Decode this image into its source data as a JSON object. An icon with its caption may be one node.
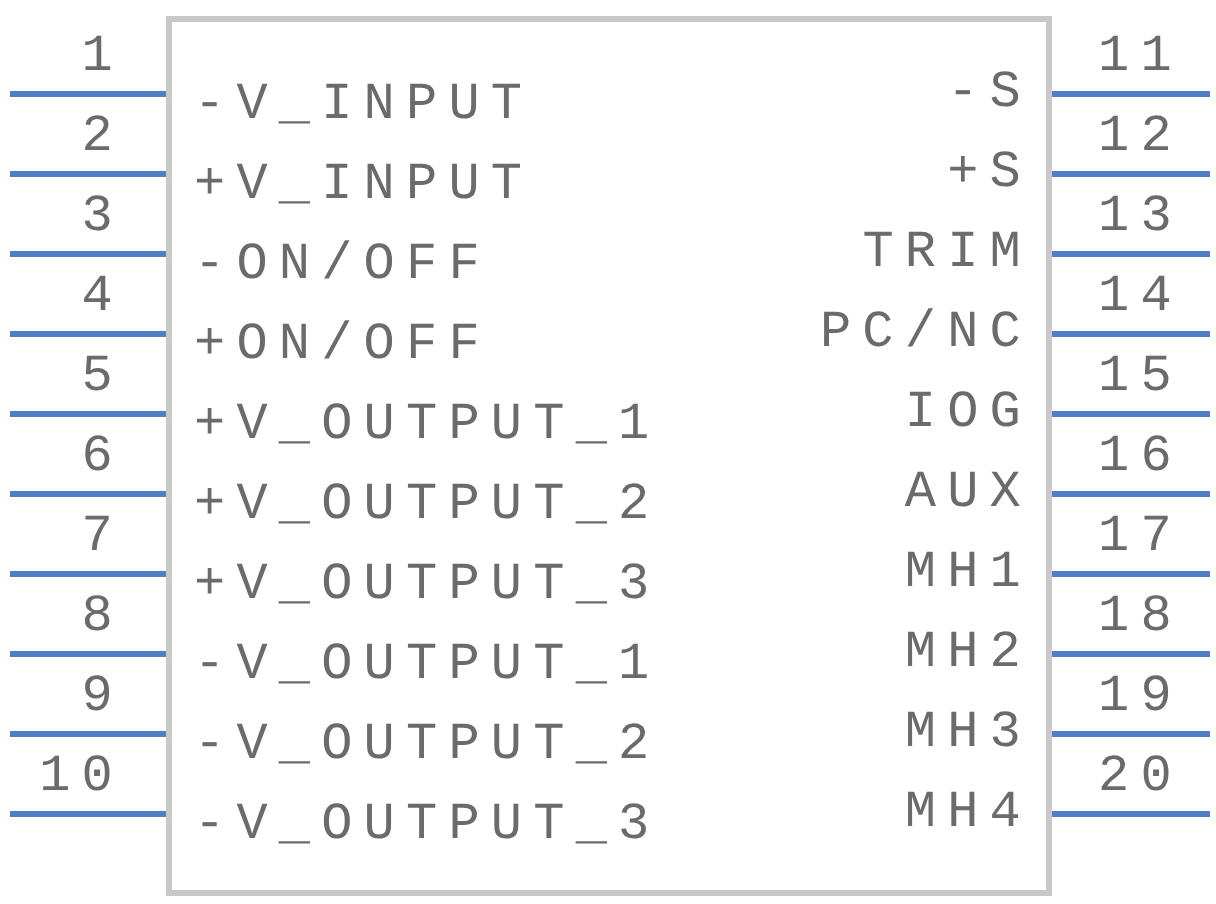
{
  "diagram": {
    "nodes": [
      {
        "text": [],
        "shape": "box"
      }
    ],
    "labels": [
      "1",
      "-V_INPUT",
      "-S",
      "11",
      "2",
      "+V_INPUT",
      "+S",
      "12",
      "3",
      "-ON/OFF",
      "TRIM",
      "13",
      "4",
      "+ON/OFF",
      "PC/NC",
      "14",
      "5",
      "+V_OUTPUT_1",
      "IOG",
      "15",
      "6",
      "+V_OUTPUT_2",
      "AUX",
      "16",
      "7",
      "+V_OUTPUT_3",
      "MH1",
      "17",
      "8",
      "-V_OUTPUT_1",
      "MH2",
      "18",
      "9",
      "-V_OUTPUT_2",
      "MH3",
      "19",
      "10",
      "-V_OUTPUT_3",
      "MH4",
      "20"
    ]
  }
}
